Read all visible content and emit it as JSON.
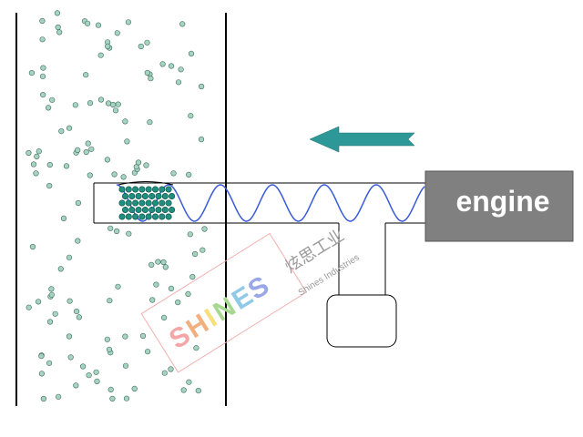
{
  "engine": {
    "label": "engine",
    "fill_color": "#808080",
    "border_color": "#555555",
    "text_color": "#ffffff"
  },
  "arrow": {
    "icon": "left-arrow-icon",
    "color": "#2e9898"
  },
  "particles": {
    "loose_color": "#a6d4c0",
    "packed_color": "#1f8f7f"
  },
  "helix": {
    "color": "#3a5bd9"
  },
  "watermark": {
    "letters": [
      "S",
      "H",
      "I",
      "N",
      "E",
      "S"
    ],
    "letter_colors": [
      "#f4a6a6",
      "#f2b07e",
      "#f5e07a",
      "#a6d98f",
      "#8fc9e8",
      "#9aa7e6"
    ],
    "chinese": "炫思工业",
    "english": "Shines Industries"
  }
}
